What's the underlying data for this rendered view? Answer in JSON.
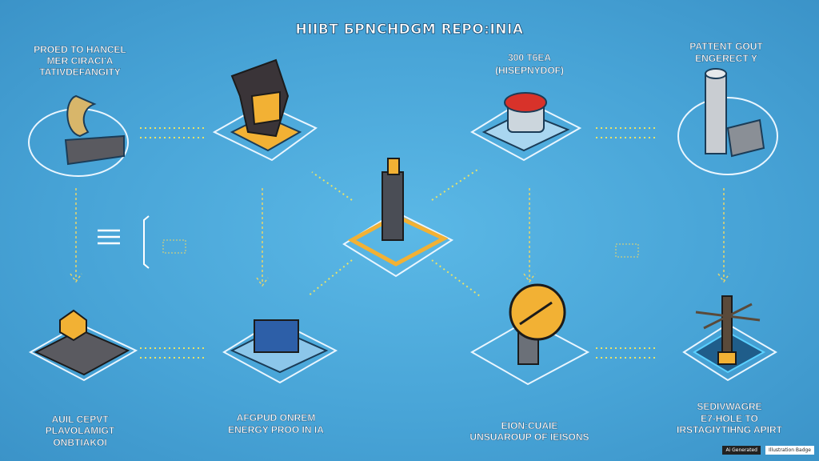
{
  "title": "HIIBT БPNCHDGM REPO:INIA",
  "nodes": {
    "top_left": {
      "lines": [
        "PROED TO HANCEL",
        "MER CIRACI'A",
        "TATIVDEFANGITY"
      ]
    },
    "top_mid_right": {
      "lines": [
        "300 T6EA",
        "(HISEPNYDOF)"
      ]
    },
    "top_right": {
      "lines": [
        "PATTENT GOUT",
        "ENGERECT Y"
      ]
    },
    "bottom_left": {
      "lines": [
        "AUIL CEPVT",
        "PLAVOLAMIGT",
        "ONBTIAKOI"
      ]
    },
    "bottom_mid_left": {
      "lines": [
        "AFGPUD ONREM",
        "ENERGY PROO IN IA"
      ]
    },
    "bottom_mid_right": {
      "lines": [
        "EION:CUAIE",
        "UNSUAROUP OF IEISONS"
      ]
    },
    "bottom_right": {
      "lines": [
        "SEDIVWAGRE",
        "E7-HOLE TO",
        "IRSTAGIYTIHNG APIRT"
      ]
    }
  },
  "left_menu_icon": "hamburger-icon",
  "watermark": [
    "Ai Generated",
    "Illustration Badge"
  ],
  "colors": {
    "background": "#47a3d6",
    "accent": "#f2b134",
    "dots": "#e8e36a"
  }
}
